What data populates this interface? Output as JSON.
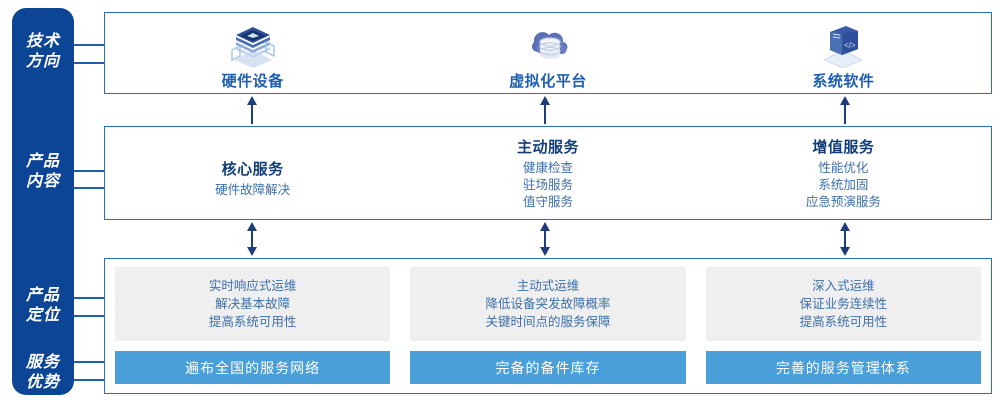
{
  "rail": {
    "labels": [
      {
        "id": "tech-direction",
        "line1": "技术",
        "line2": "方向"
      },
      {
        "id": "product-content",
        "line1": "产品",
        "line2": "内容"
      },
      {
        "id": "product-position",
        "line1": "产品",
        "line2": "定位"
      },
      {
        "id": "service-advantage",
        "line1": "服务",
        "line2": "优势"
      }
    ]
  },
  "colors": {
    "rail_blue": "#0d4596",
    "border_blue": "#2a6cc0",
    "title_blue": "#123e78",
    "text_blue": "#3d6fa8",
    "bar_blue": "#4a9fd8",
    "card_grey": "#efefef"
  },
  "tech_direction": {
    "items": [
      {
        "icon": "server-stack-icon",
        "label": "硬件设备"
      },
      {
        "icon": "cloud-database-icon",
        "label": "虚拟化平台"
      },
      {
        "icon": "software-code-icon",
        "label": "系统软件"
      }
    ]
  },
  "product_content": {
    "items": [
      {
        "title": "核心服务",
        "lines": [
          "硬件故障解决"
        ]
      },
      {
        "title": "主动服务",
        "lines": [
          "健康检查",
          "驻场服务",
          "值守服务"
        ]
      },
      {
        "title": "增值服务",
        "lines": [
          "性能优化",
          "系统加固",
          "应急预演服务"
        ]
      }
    ]
  },
  "product_position": {
    "items": [
      {
        "lines": [
          "实时响应式运维",
          "解决基本故障",
          "提高系统可用性"
        ]
      },
      {
        "lines": [
          "主动式运维",
          "降低设备突发故障概率",
          "关键时间点的服务保障"
        ]
      },
      {
        "lines": [
          "深入式运维",
          "保证业务连续性",
          "提高系统可用性"
        ]
      }
    ]
  },
  "service_advantage": {
    "items": [
      {
        "label": "遍布全国的服务网络"
      },
      {
        "label": "完备的备件库存"
      },
      {
        "label": "完善的服务管理体系"
      }
    ]
  }
}
